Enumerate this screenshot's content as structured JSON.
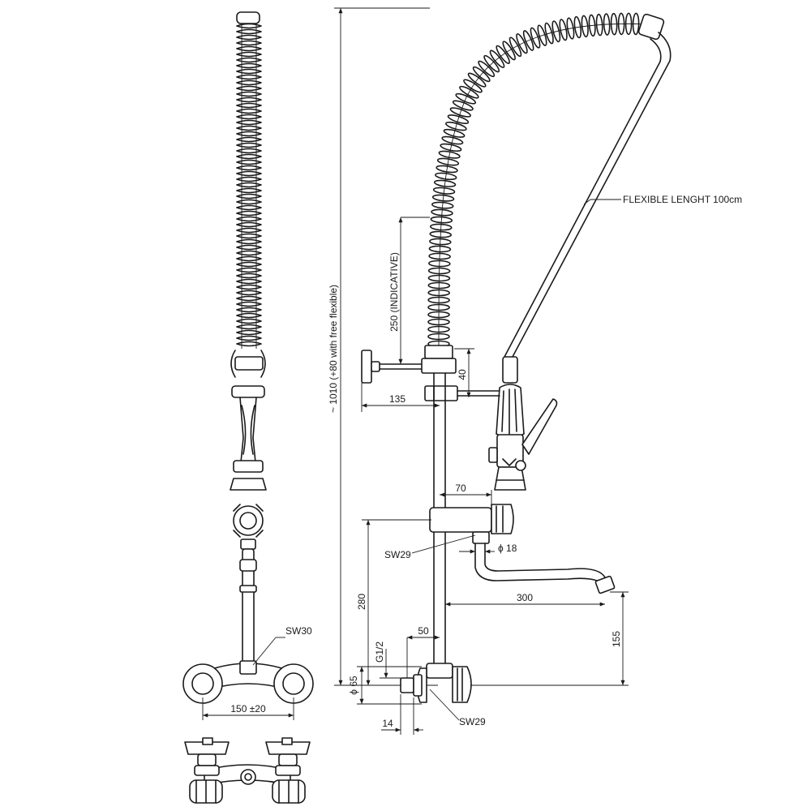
{
  "diagram": {
    "labels": {
      "flexible_length": "FLEXIBLE LENGHT 100cm",
      "height_note": "~ 1010 (+80 with free flexible)",
      "height_indicative": "250 (INDICATIVE)",
      "dim_40": "40",
      "dim_135": "135",
      "dim_70": "70",
      "sw29_upper": "SW29",
      "phi18": "ϕ 18",
      "dim_280": "280",
      "dim_300": "300",
      "dim_50": "50",
      "dim_155": "155",
      "thread": "G1/2",
      "phi65": "ϕ 65",
      "sw29_lower": "SW29",
      "dim_14": "14",
      "sw30": "SW30",
      "dim_150": "150 ±20"
    }
  }
}
